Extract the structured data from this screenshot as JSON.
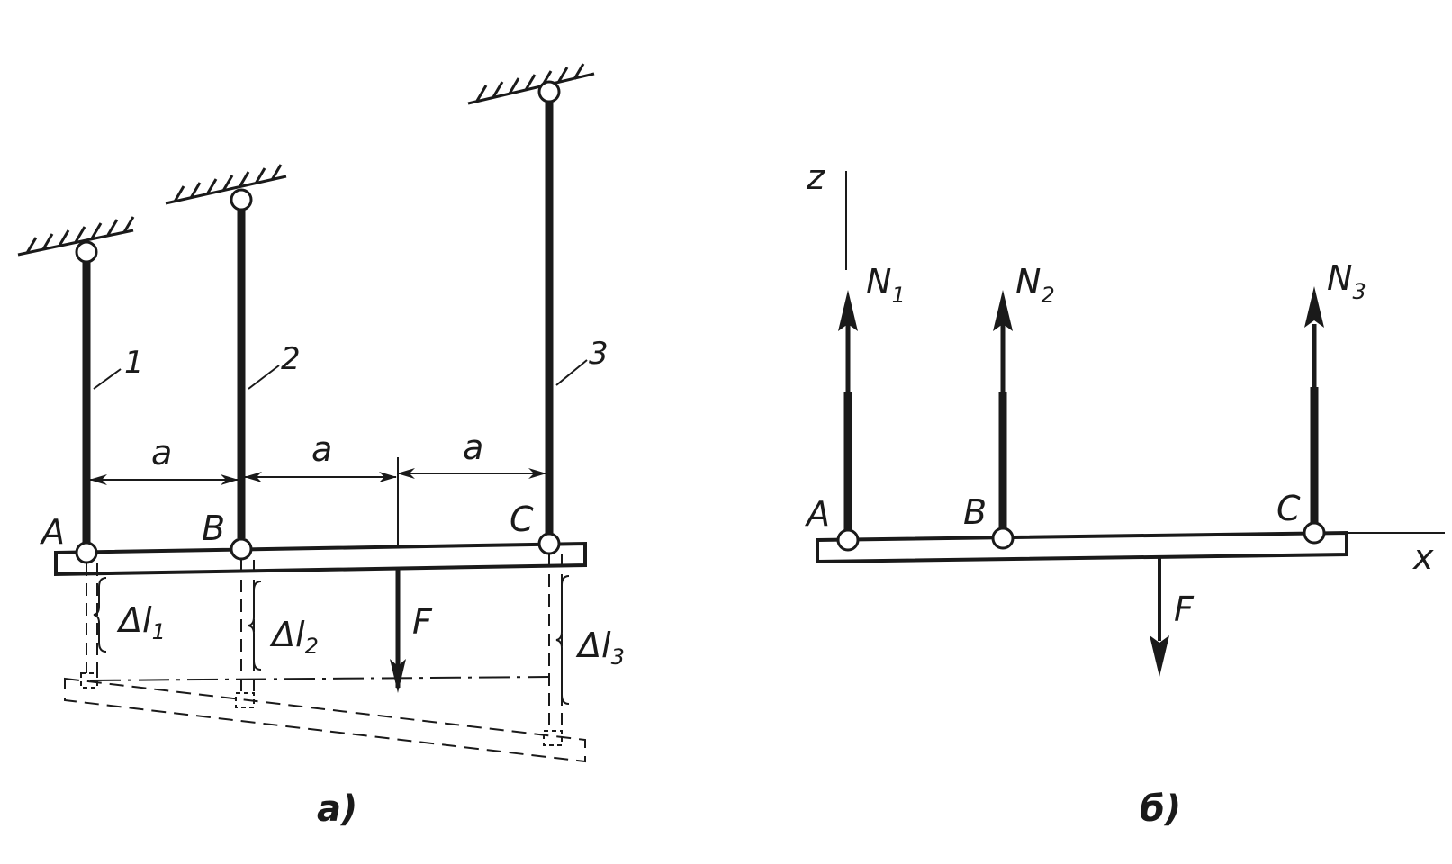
{
  "panel_a": {
    "caption": "а)",
    "rod_numbers": [
      "1",
      "2",
      "3"
    ],
    "points": [
      "A",
      "B",
      "C"
    ],
    "spacing_label": "a",
    "force_label": "F",
    "elongation_prefix": "Δl",
    "elongation_subs": [
      "1",
      "2",
      "3"
    ]
  },
  "panel_b": {
    "caption": "б)",
    "axis_z": "z",
    "axis_x": "x",
    "points": [
      "A",
      "B",
      "C"
    ],
    "force_prefix": "N",
    "force_subs": [
      "1",
      "2",
      "3"
    ],
    "load_label": "F"
  }
}
